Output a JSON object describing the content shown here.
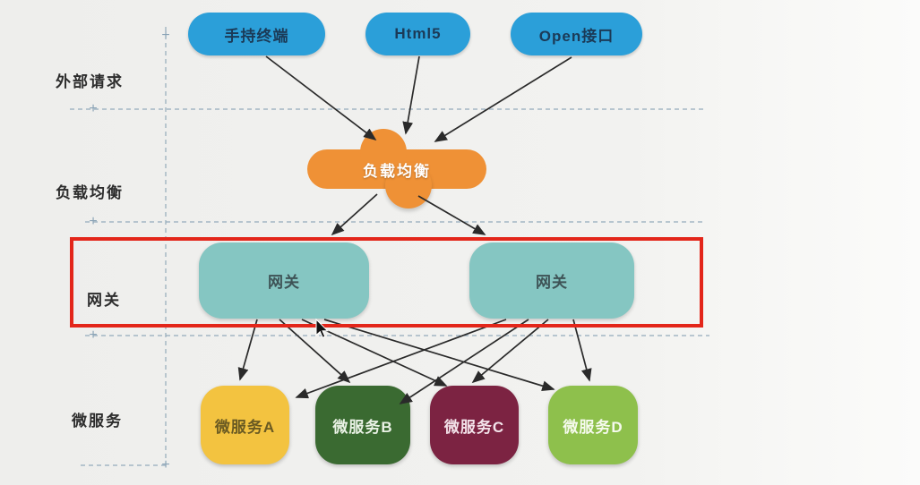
{
  "diagram": {
    "rows": {
      "external_requests": "外部请求",
      "load_balancing": "负载均衡",
      "gateway": "网关",
      "microservices": "微服务"
    },
    "top_nodes": [
      {
        "id": "handheld-terminal",
        "label": "手持终端",
        "color": "#2b9fd9",
        "text_color": "#1b3a57"
      },
      {
        "id": "html5",
        "label": "Html5",
        "color": "#2b9fd9",
        "text_color": "#1b3a57"
      },
      {
        "id": "open-api",
        "label": "Open接口",
        "color": "#2b9fd9",
        "text_color": "#1b3a57"
      }
    ],
    "load_balancer": {
      "label": "负载均衡",
      "color": "#ef9136",
      "text_color": "#ffffff"
    },
    "gateways": [
      {
        "label": "网关",
        "color": "#85c6c2",
        "text_color": "#3e5356"
      },
      {
        "label": "网关",
        "color": "#85c6c2",
        "text_color": "#3e5356"
      }
    ],
    "services": [
      {
        "label": "微服务A",
        "color": "#f3c340",
        "text_color": "#6a5a22"
      },
      {
        "label": "微服务B",
        "color": "#3a6a31",
        "text_color": "#eaf2e6"
      },
      {
        "label": "微服务C",
        "color": "#7c2342",
        "text_color": "#f3e3ea"
      },
      {
        "label": "微服务D",
        "color": "#8ec04c",
        "text_color": "#f6faee"
      }
    ],
    "highlight": {
      "color": "#e3261a"
    },
    "guides": {
      "color": "#8aa3b6",
      "plus_mark": "+"
    }
  }
}
